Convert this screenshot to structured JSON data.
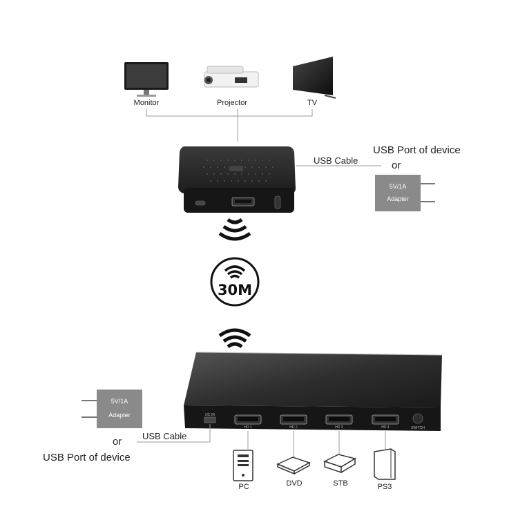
{
  "outputs": {
    "monitor_label": "Monitor",
    "projector_label": "Projector",
    "tv_label": "TV"
  },
  "receiver": {
    "cable_label": "USB Cable",
    "usb_port_label": "USB Port of device",
    "or_label": "or",
    "adapter_line1": "5V/1A",
    "adapter_line2": "Adapter"
  },
  "range": {
    "distance_label": "30M"
  },
  "transmitter": {
    "cable_label": "USB Cable",
    "usb_port_label": "USB Port of device",
    "or_label": "or",
    "adapter_line1": "5V/1A",
    "adapter_line2": "Adapter",
    "port_labels": [
      "HD 1",
      "HD 2",
      "HD 3",
      "HD 4"
    ],
    "switch_label": "SWITCH",
    "dc_label": "DC IN"
  },
  "sources": {
    "pc_label": "PC",
    "dvd_label": "DVD",
    "stb_label": "STB",
    "ps3_label": "PS3"
  },
  "colors": {
    "device_body": "#2b2b2b",
    "adapter_gray": "#8a8a8a",
    "line_gray": "#9a9a9a"
  }
}
